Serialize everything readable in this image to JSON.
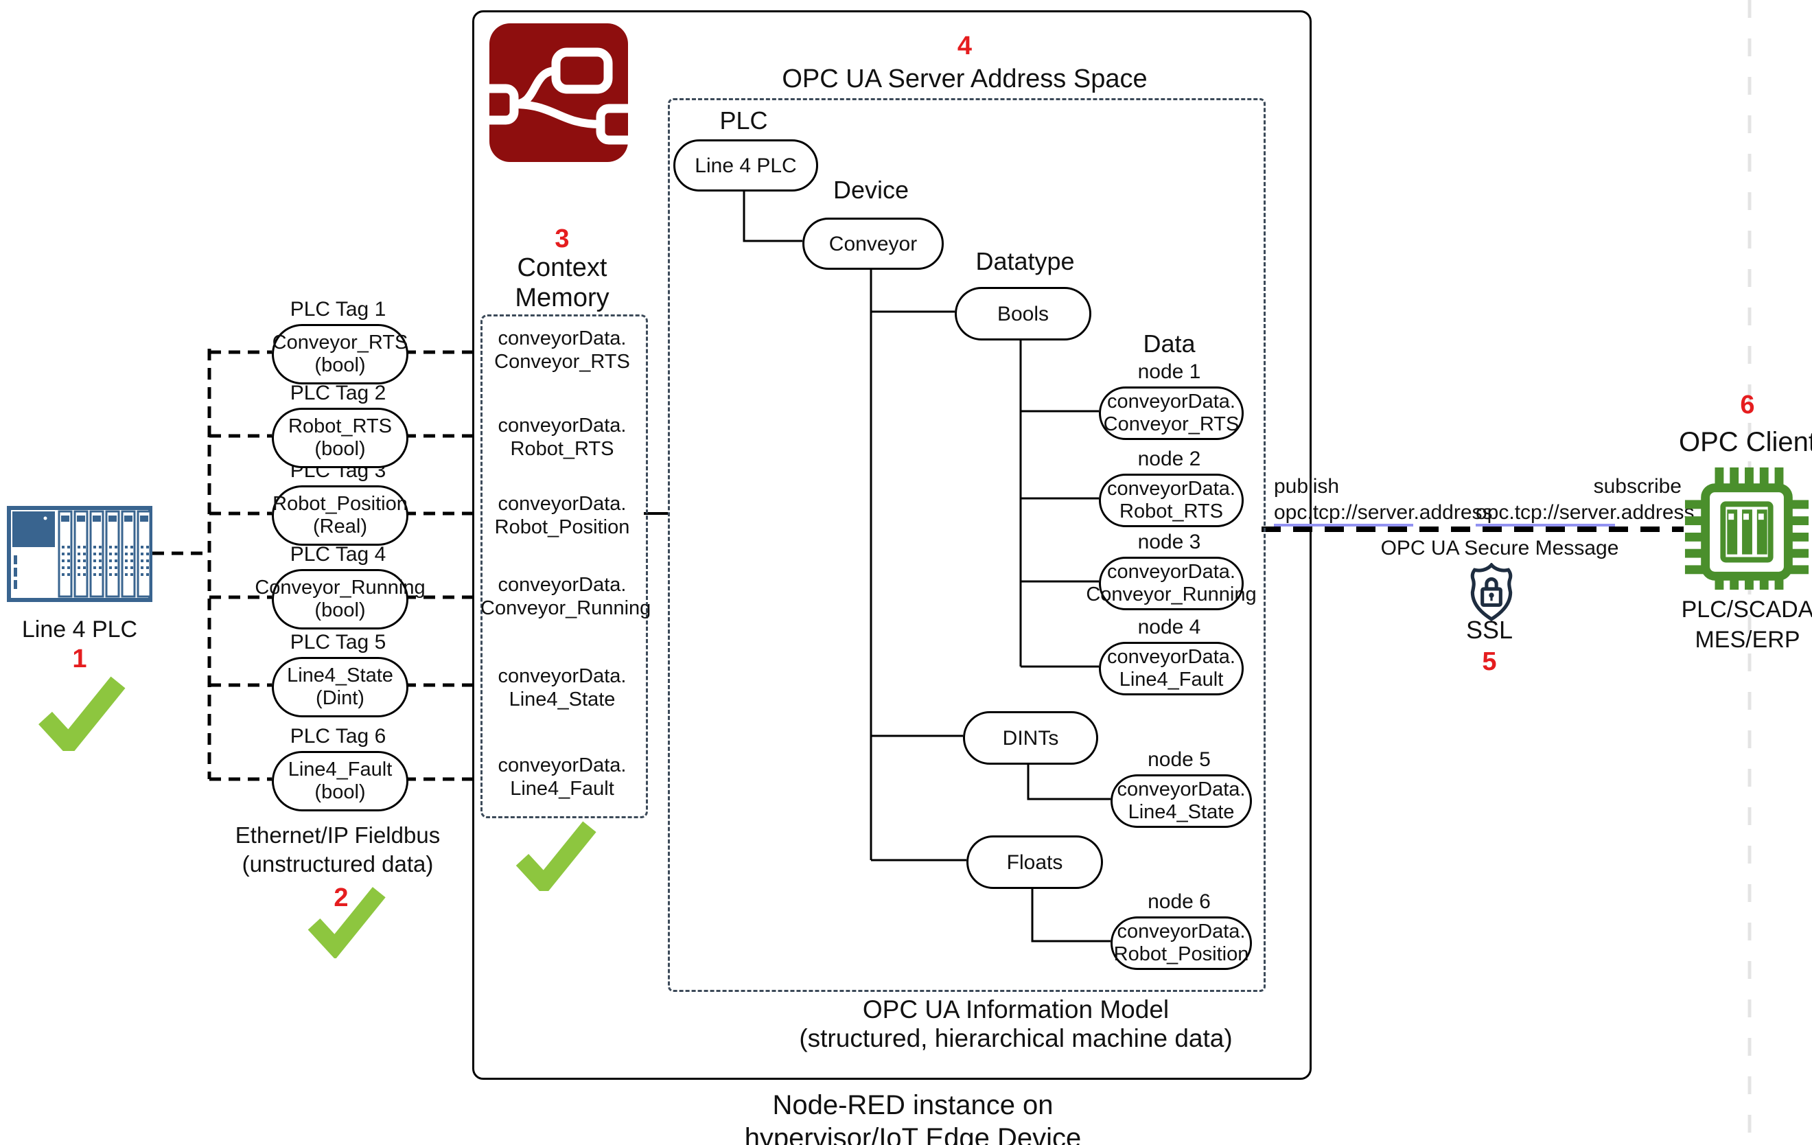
{
  "colors": {
    "accent_red": "#e51d1f",
    "node_red_maroon": "#8e0e0e",
    "plc_blue": "#39648f",
    "chip_green": "#4a8f2c",
    "check_green": "#8dc63f",
    "dashed_box_border": "#3c4a59",
    "link_underline": "#9292f2",
    "page_guide_line": "#e4e4e4"
  },
  "plc": {
    "label": "Line 4 PLC",
    "step": "1",
    "tags": [
      {
        "title": "PLC Tag 1",
        "name": "Conveyor_RTS",
        "type": "(bool)"
      },
      {
        "title": "PLC Tag 2",
        "name": "Robot_RTS",
        "type": "(bool)"
      },
      {
        "title": "PLC Tag 3",
        "name": "Robot_Position",
        "type": "(Real)"
      },
      {
        "title": "PLC Tag 4",
        "name": "Conveyor_Running",
        "type": "(bool)"
      },
      {
        "title": "PLC Tag 5",
        "name": "Line4_State",
        "type": "(Dint)"
      },
      {
        "title": "PLC Tag 6",
        "name": "Line4_Fault",
        "type": "(bool)"
      }
    ],
    "fieldbus_line1": "Ethernet/IP Fieldbus",
    "fieldbus_line2": "(unstructured data)",
    "fieldbus_step": "2"
  },
  "context_memory": {
    "step": "3",
    "title_line1": "Context",
    "title_line2": "Memory",
    "entries": [
      {
        "l1": "conveyorData.",
        "l2": "Conveyor_RTS"
      },
      {
        "l1": "conveyorData.",
        "l2": "Robot_RTS"
      },
      {
        "l1": "conveyorData.",
        "l2": "Robot_Position"
      },
      {
        "l1": "conveyorData.",
        "l2": "Conveyor_Running"
      },
      {
        "l1": "conveyorData.",
        "l2": "Line4_State"
      },
      {
        "l1": "conveyorData.",
        "l2": "Line4_Fault"
      }
    ]
  },
  "address_space": {
    "step": "4",
    "title": "OPC UA Server Address Space",
    "level_plc": "PLC",
    "level_device": "Device",
    "level_datatype": "Datatype",
    "level_data": "Data",
    "plc_node": "Line 4 PLC",
    "device_node": "Conveyor",
    "datatype_bools": "Bools",
    "datatype_dints": "DINTs",
    "datatype_floats": "Floats",
    "data_nodes": [
      {
        "label": "node 1",
        "l1": "conveyorData.",
        "l2": "Conveyor_RTS"
      },
      {
        "label": "node 2",
        "l1": "conveyorData.",
        "l2": "Robot_RTS"
      },
      {
        "label": "node 3",
        "l1": "conveyorData.",
        "l2": "Conveyor_Running"
      },
      {
        "label": "node 4",
        "l1": "conveyorData.",
        "l2": "Line4_Fault"
      },
      {
        "label": "node 5",
        "l1": "conveyorData.",
        "l2": "Line4_State"
      },
      {
        "label": "node 6",
        "l1": "conveyorData.",
        "l2": "Robot_Position"
      }
    ],
    "footer_line1": "OPC UA Information Model",
    "footer_line2": "(structured, hierarchical machine data)"
  },
  "nodered": {
    "caption_line1": "Node-RED instance on",
    "caption_line2": "hypervisor/IoT Edge Device"
  },
  "transport": {
    "publish_label": "publish",
    "publish_url_link": "opc.tcp://server",
    "publish_url_rest": ".address",
    "subscribe_label": "subscribe",
    "subscribe_url_link": "opc.tcp://server",
    "subscribe_url_rest": ".address",
    "secure_label": "OPC UA Secure Message",
    "ssl_label": "SSL",
    "step": "5"
  },
  "client": {
    "step": "6",
    "title": "OPC Client",
    "subtitle_line1": "PLC/SCADA",
    "subtitle_line2": "MES/ERP"
  }
}
